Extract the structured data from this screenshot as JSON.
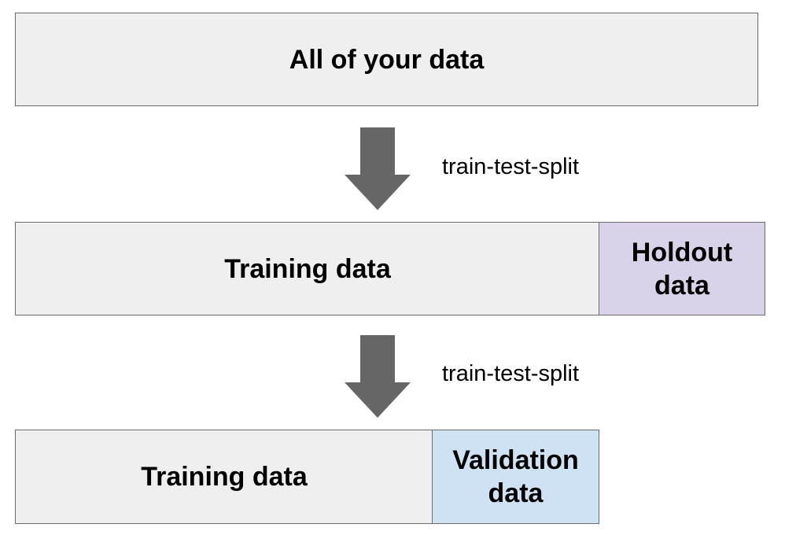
{
  "boxes": {
    "all_data": "All of your data",
    "training_data_1": "Training data",
    "holdout_data": "Holdout\ndata",
    "training_data_2": "Training data",
    "validation_data": "Validation\ndata"
  },
  "steps": {
    "split_1": "train-test-split",
    "split_2": "train-test-split"
  },
  "colors": {
    "box_fill": "#efefef",
    "holdout_fill": "#d9d2e9",
    "validation_fill": "#cfe2f3",
    "arrow_fill": "#666666",
    "border": "#6b6b6b"
  }
}
